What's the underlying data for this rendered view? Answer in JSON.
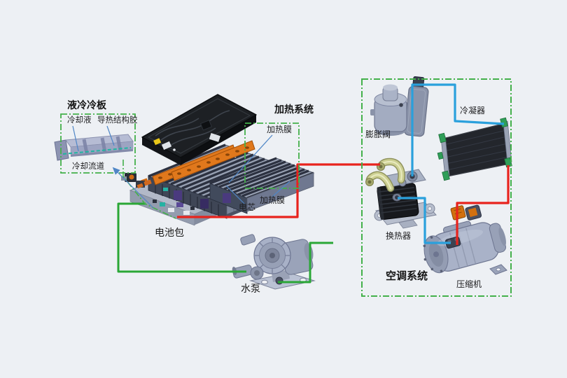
{
  "colors": {
    "background": "#edf0f4",
    "coolant_pipe_green": "#2aa736",
    "hot_pipe_red": "#e8231d",
    "refrigerant_pipe_blue": "#2aa0dc",
    "dash_box_green": "#43b04a",
    "leader_line_blue": "#4f86c6",
    "channel_teal": "#1fb5a0"
  },
  "cold_plate_panel": {
    "title": "液冷冷板",
    "coolant_label": "冷却液",
    "adhesive_label": "导热结构胶",
    "channel_label": "冷却流道"
  },
  "battery_section": {
    "pack_label": "电池包",
    "heating_system_title": "加热系统",
    "heating_film_label_top": "加热膜",
    "heating_film_label_side": "加热膜",
    "cell_label": "电芯"
  },
  "pump_section": {
    "pump_label": "水泵"
  },
  "ac_section": {
    "title": "空调系统",
    "expansion_valve_label": "膨胀阀",
    "condenser_label": "冷凝器",
    "heat_exchanger_label": "换热器",
    "compressor_label": "压缩机"
  }
}
